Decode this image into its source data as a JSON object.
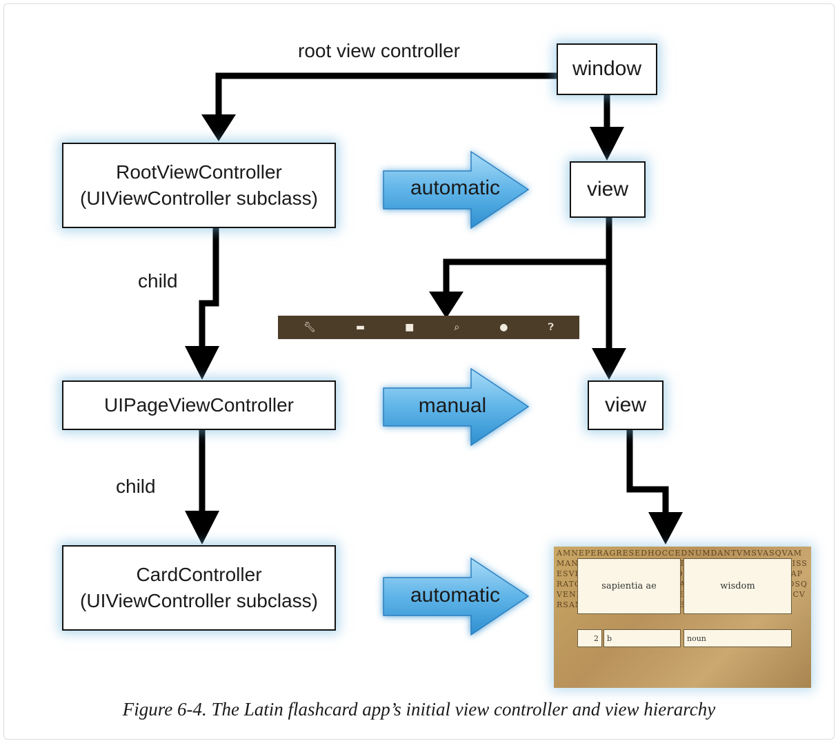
{
  "nodes": {
    "window": "window",
    "root_line1": "RootViewController",
    "root_line2": "(UIViewController subclass)",
    "view_top": "view",
    "page_vc": "UIPageViewController",
    "view_mid": "view",
    "card_line1": "CardController",
    "card_line2": "(UIViewController subclass)"
  },
  "edge_labels": {
    "root_view_controller": "root view controller",
    "child_1": "child",
    "child_2": "child"
  },
  "blue_arrows": {
    "top": "automatic",
    "middle": "manual",
    "bottom": "automatic"
  },
  "toolbar": {
    "icons": [
      "wrench-icon",
      "speech-bubble-icon",
      "folder-icon",
      "search-icon",
      "lightbulb-icon",
      "help-icon"
    ]
  },
  "card": {
    "background_text": "AMNEPERAGRESEDHOCCEDNUMDANTVMSVASQVAMMANDIDEREFVCILIS ESSETPRAETERITNIHILTRISTISSESVRESAOFIGITVRINGIRIDESISFORSTULITANCORAPRATOORIAN TUR SUB AQUALVCESUBBESQVEDEMOSQVENEREIDESSIVAQVETENENTDELPHINESTALIS INCVRSANTRAPIDISAGITATAQVERBORAPHISANTHEC",
    "front_word": "sapientia ae",
    "translation": "wisdom",
    "number": "2",
    "declension": "b",
    "part_of_speech": "noun"
  },
  "caption": "Figure 6-4. The Latin flashcard app’s initial view controller and view hierarchy",
  "colors": {
    "arrow_blue": "#5fb4e8",
    "line": "#000000",
    "toolbar": "#4c3d28"
  }
}
